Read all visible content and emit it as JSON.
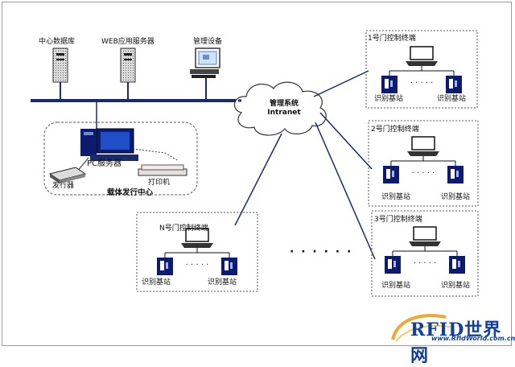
{
  "labels": {
    "central_db": "中心数据库",
    "web_server": "WEB应用服务器",
    "admin_device": "管理设备",
    "pc_server": "PC服务器",
    "issuer": "发行器",
    "printer": "打印机",
    "issue_center": "载体发行中心",
    "cloud_line1": "管理系统",
    "cloud_line2": "Intranet",
    "terminal_1": "1号门控制终端",
    "terminal_2": "2号门控制终端",
    "terminal_3": "3号门控制终端",
    "terminal_n": "N号门控制终端",
    "reader": "识别基站",
    "ellipsis_small": "· · · · ·",
    "ellipsis_big": "· · · · · ·"
  },
  "logo": {
    "text": "RFID世界网",
    "url": "www.RfidWorld.com.cn",
    "brand_color": "#123f9e",
    "swoosh_color": "#f0a830"
  },
  "colors": {
    "bus": "#1a2a6c",
    "device": "#0d1b6e",
    "dotted_box": "#555555"
  }
}
